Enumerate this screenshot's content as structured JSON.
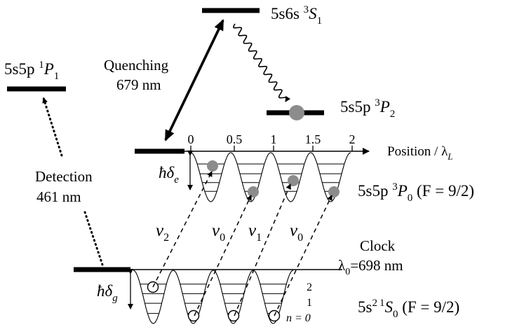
{
  "levels": {
    "s1_3": {
      "prefix": "5s6s ",
      "sup": "3",
      "term": "S",
      "sub": "1"
    },
    "p1_1": {
      "prefix": "5s5p ",
      "sup": "1",
      "term": "P",
      "sub": "1"
    },
    "p2_3": {
      "prefix": "5s5p ",
      "sup": "3",
      "term": "P",
      "sub": "2"
    },
    "p0_3": {
      "prefix": "5s5p ",
      "sup": "3",
      "term": "P",
      "sub": "0",
      "suffix": " (F = 9/2)"
    },
    "s0_1": {
      "prefix": "5s",
      "prefix_sup": "2",
      "sup": "1",
      "term": "S",
      "sub": "0",
      "suffix": " (F = 9/2)"
    }
  },
  "transitions": {
    "quenching": {
      "label": "Quenching",
      "wavelength": "679 nm"
    },
    "detection": {
      "label": "Detection",
      "wavelength": "461 nm"
    },
    "clock": {
      "label": "Clock",
      "lambda_symbol": "λ",
      "lambda_sub": "0",
      "wavelength": "=698 nm"
    }
  },
  "position_axis": {
    "label": "Position / λ",
    "label_sub": "L",
    "ticks": [
      "0",
      "0.5",
      "1",
      "1.5",
      "2"
    ]
  },
  "energy_shifts": {
    "excited": {
      "hbar": "ħ",
      "delta": "δ",
      "sub": "e"
    },
    "ground": {
      "hbar": "ħ",
      "delta": "δ",
      "sub": "g"
    }
  },
  "sidebands": [
    {
      "nu": "ν",
      "sub": "2"
    },
    {
      "nu": "ν",
      "sub": "0"
    },
    {
      "nu": "ν",
      "sub": "1"
    },
    {
      "nu": "ν",
      "sub": "0"
    }
  ],
  "vibrational_levels": [
    "2",
    "1",
    "n = 0"
  ],
  "colors": {
    "ink": "#000000",
    "atom_fill": "#8c8c8c",
    "empty_atom": "#ffffff"
  }
}
